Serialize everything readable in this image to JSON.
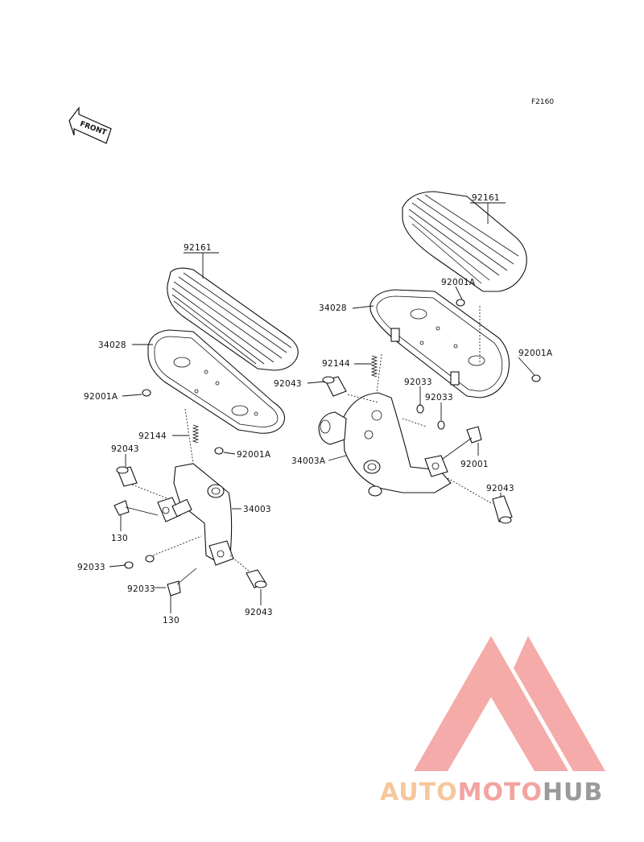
{
  "diagram": {
    "code": "F2160",
    "front_label": "FRONT",
    "labels": {
      "l_92161": "92161",
      "l_34028": "34028",
      "l_92001A_a": "92001A",
      "l_92144": "92144",
      "l_92001A_b": "92001A",
      "l_92043_a": "92043",
      "l_34003": "34003",
      "l_130_a": "130",
      "l_92033_a": "92033",
      "l_92033_b": "92033",
      "l_130_b": "130",
      "l_92043_b": "92043",
      "r_92161": "92161",
      "r_92001A_a": "92001A",
      "r_34028": "34028",
      "r_92001A_b": "92001A",
      "r_92144": "92144",
      "r_92043_a": "92043",
      "r_92033_a": "92033",
      "r_92033_b": "92033",
      "r_34003A": "34003A",
      "r_92001": "92001",
      "r_92043_b": "92043"
    }
  },
  "watermark": {
    "part1": "AUTO",
    "part2": "MOTO",
    "part3": "HUB",
    "color_auto": "#f7c79c",
    "color_moto": "#f4a3a0",
    "color_hub": "#9a9a9a"
  }
}
